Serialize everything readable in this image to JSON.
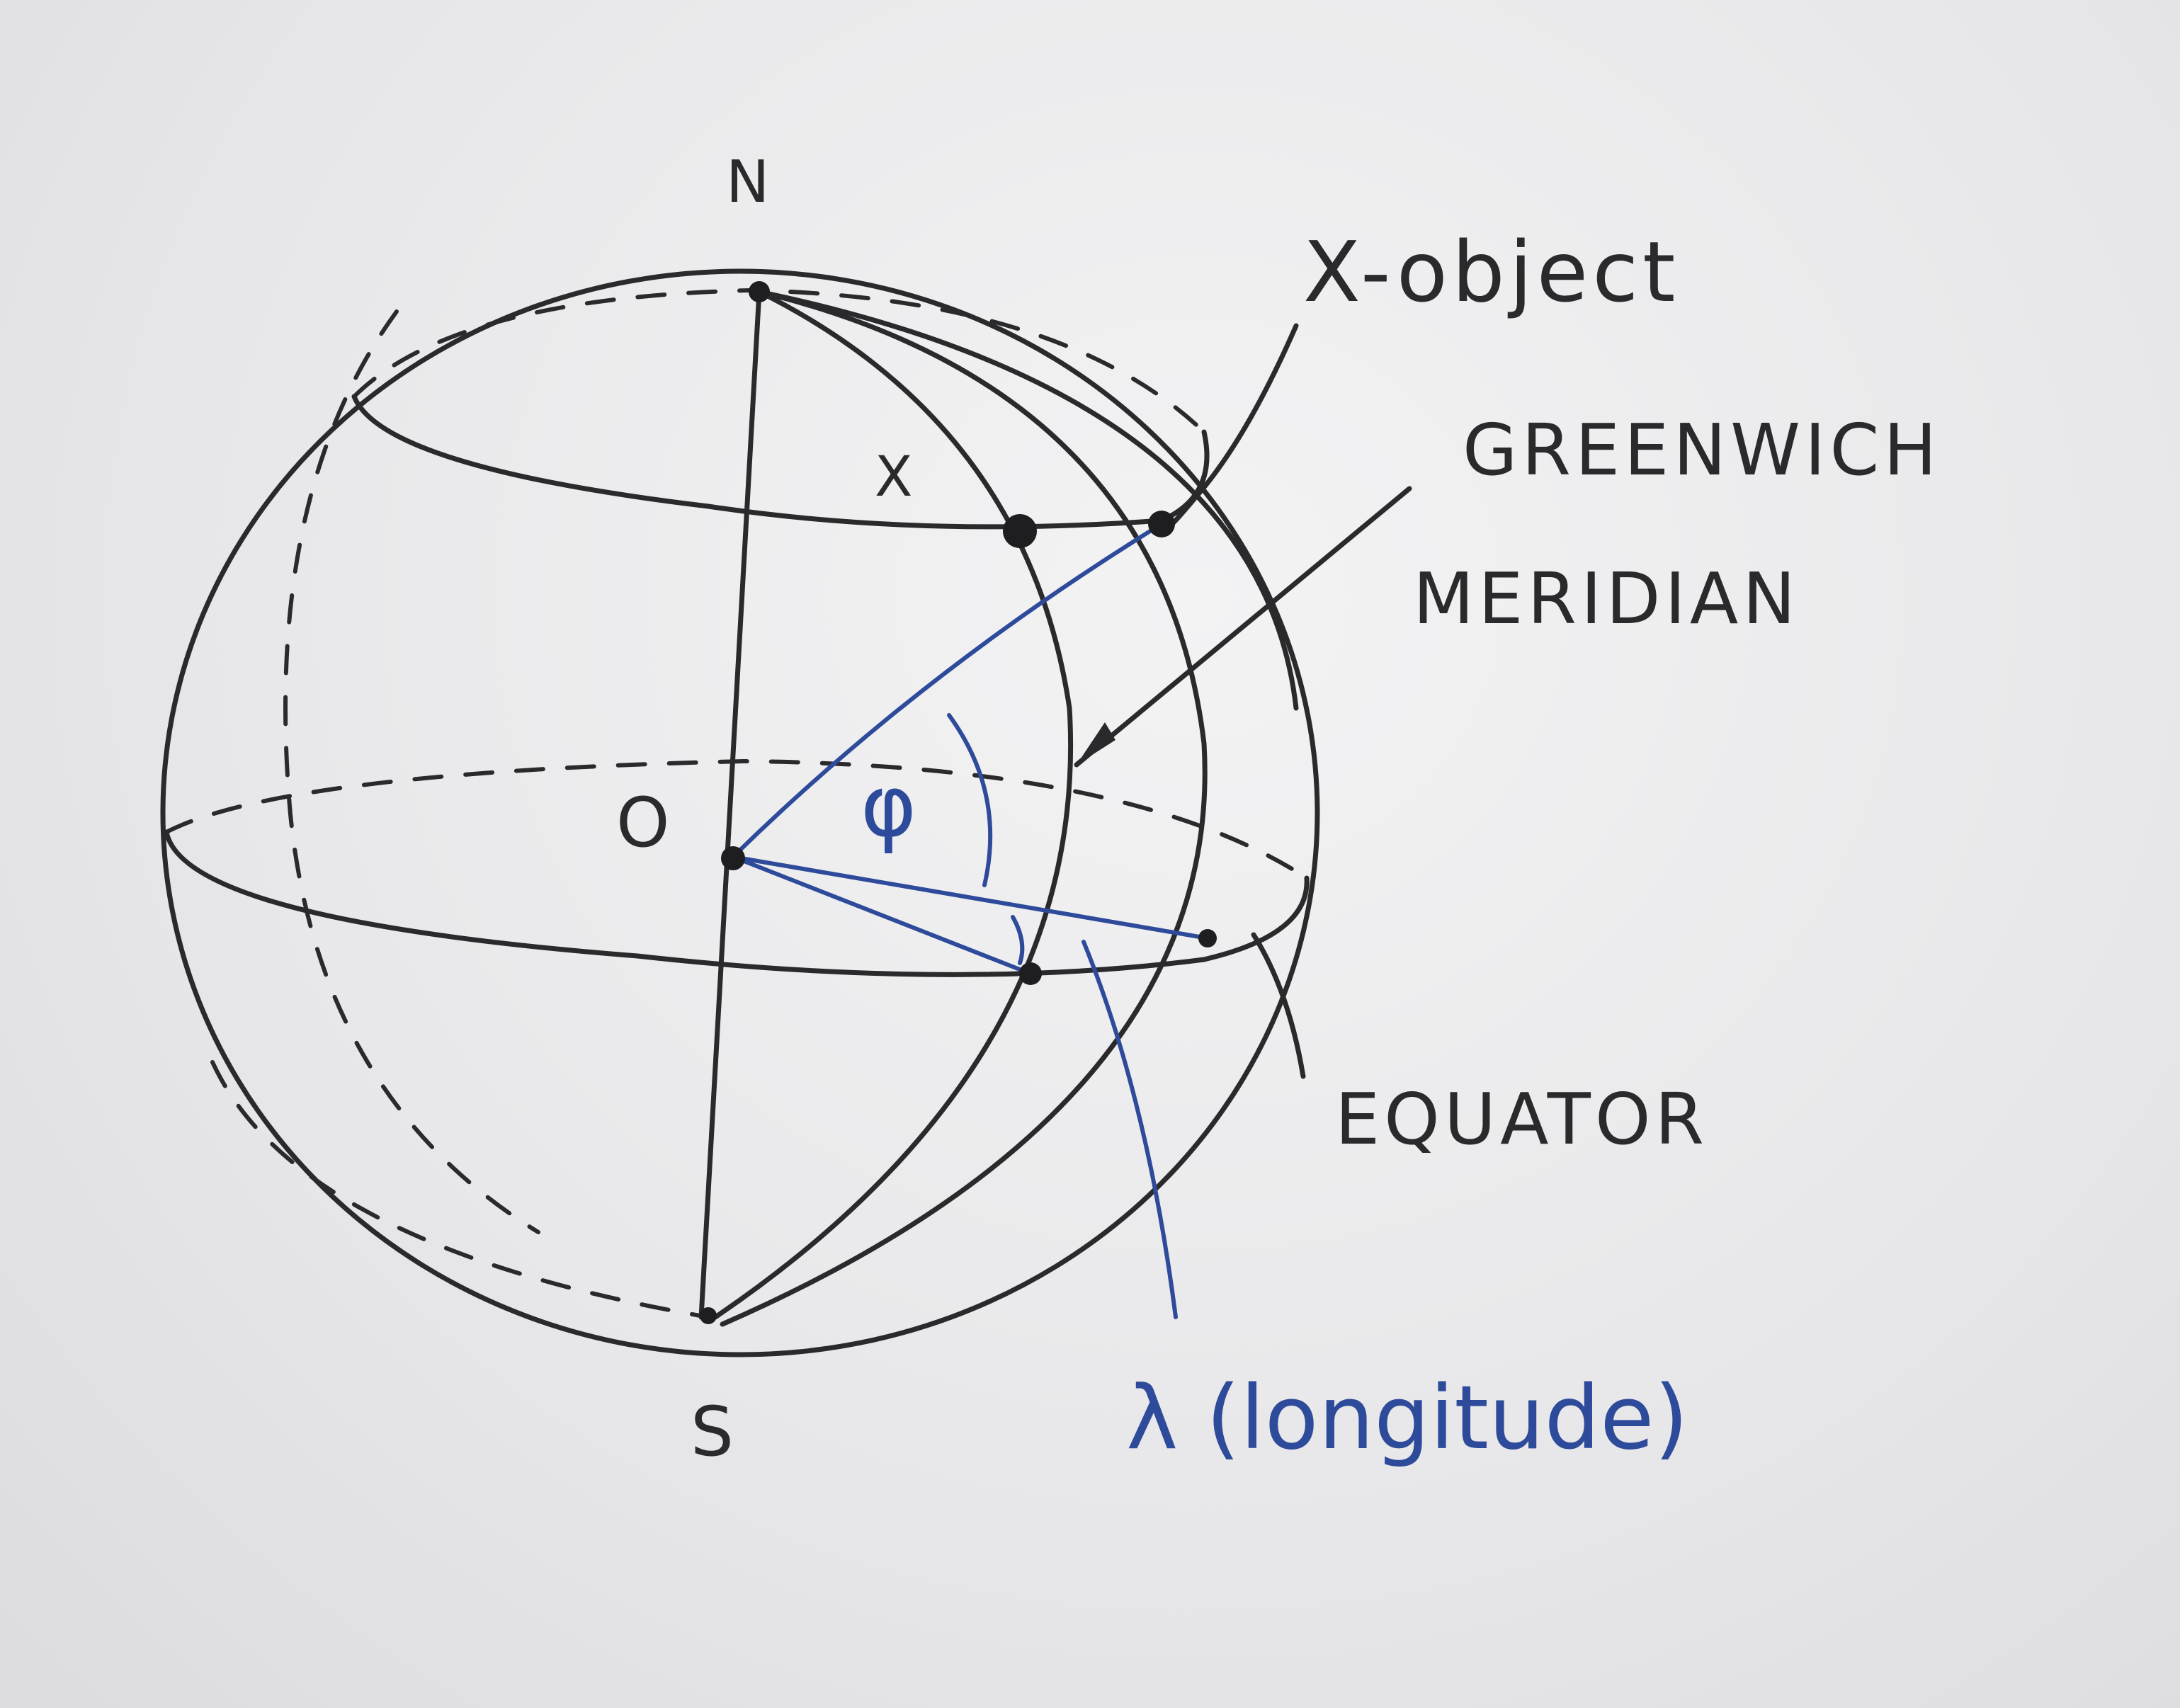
{
  "diagram": {
    "labels": {
      "north": "N",
      "south": "S",
      "center": "O",
      "x_object": "X-object",
      "x_marker": "X",
      "greenwich_line1": "GREENWICH",
      "greenwich_line2": "MERIDIAN",
      "equator": "EQUATOR",
      "phi": "φ",
      "lambda": "λ (longitude)"
    },
    "colors": {
      "ink": "#2a2a2c",
      "blue_ink": "#2e4a9a",
      "paper": "#e9e9eb"
    }
  }
}
